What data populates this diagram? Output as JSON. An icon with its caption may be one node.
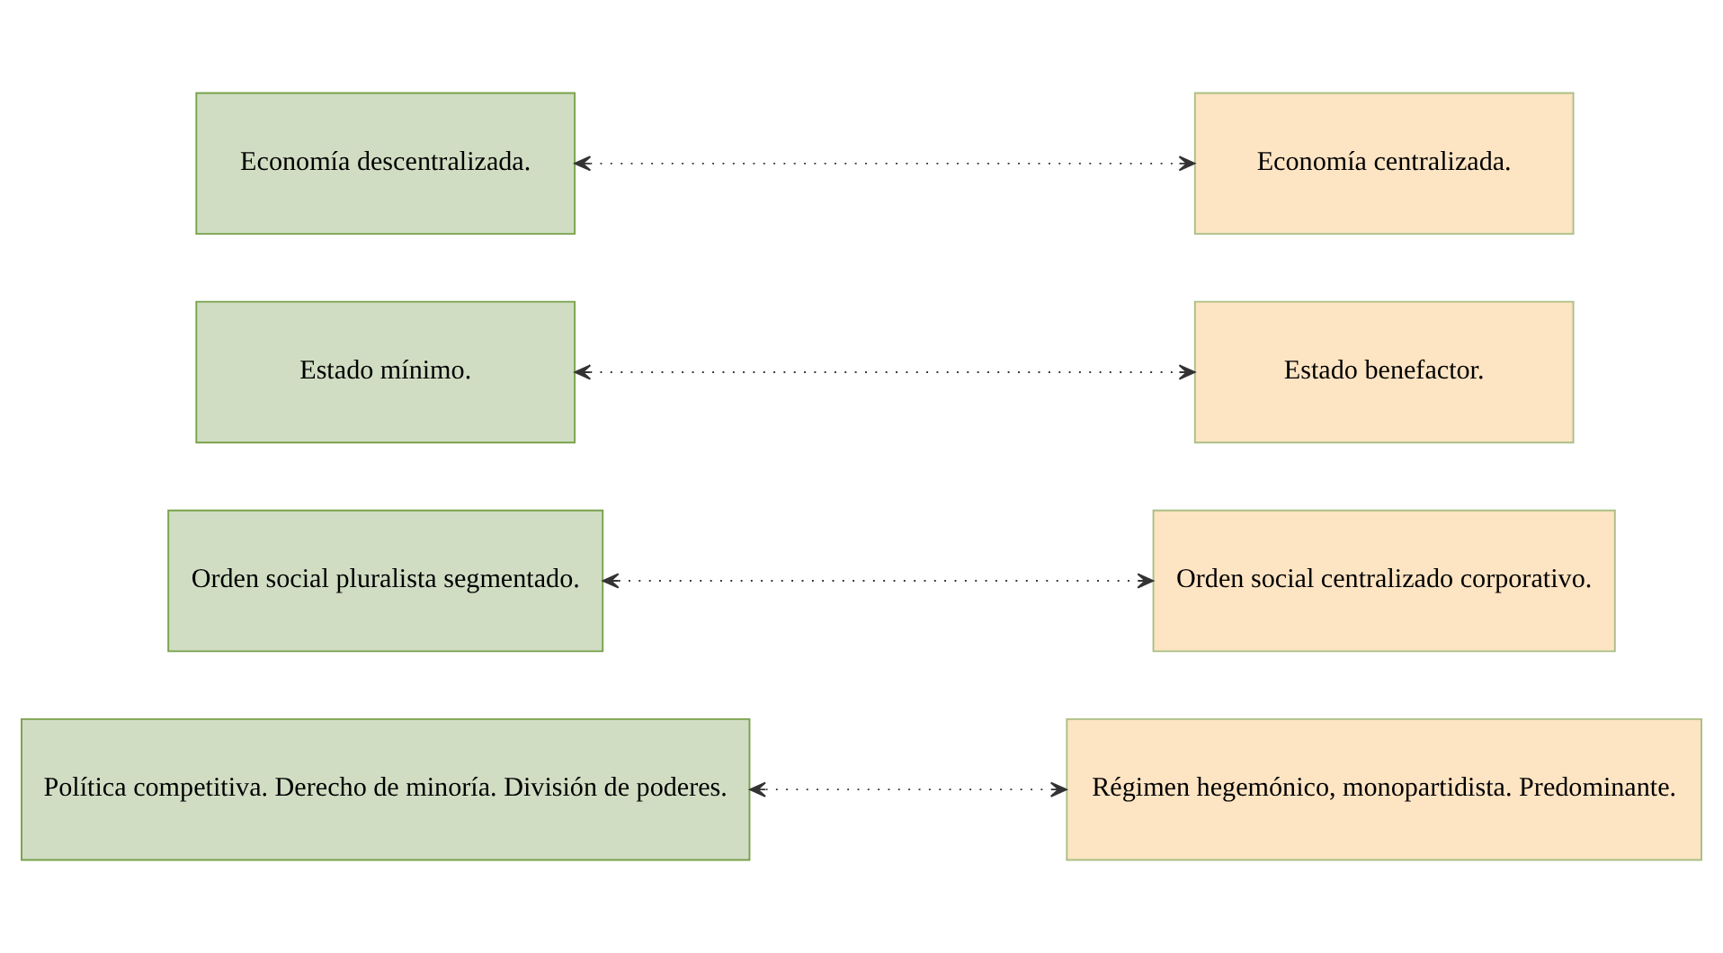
{
  "diagram": {
    "nodes": [
      {
        "text": [
          "Política competitiva. Derecho de minoría. División de poderes."
        ]
      },
      {
        "text": [
          "Régimen hegemónico, monopartidista. Predominante."
        ]
      },
      {
        "text": [
          "Orden social pluralista segmentado."
        ]
      },
      {
        "text": [
          "Orden social centralizado corporativo."
        ]
      },
      {
        "text": [
          "Estado mínimo."
        ]
      },
      {
        "text": [
          "Estado benefactor."
        ]
      },
      {
        "text": [
          "Economía descentralizada."
        ]
      },
      {
        "text": [
          "Economía centralizada."
        ]
      }
    ],
    "edges": [
      {
        "from": 0,
        "to": 1,
        "arrow": "both",
        "style": "dashed"
      },
      {
        "from": 2,
        "to": 3,
        "arrow": "both",
        "style": "dashed"
      },
      {
        "from": 4,
        "to": 5,
        "arrow": "both",
        "style": "dashed"
      },
      {
        "from": 6,
        "to": 7,
        "arrow": "both",
        "style": "dashed"
      }
    ]
  }
}
